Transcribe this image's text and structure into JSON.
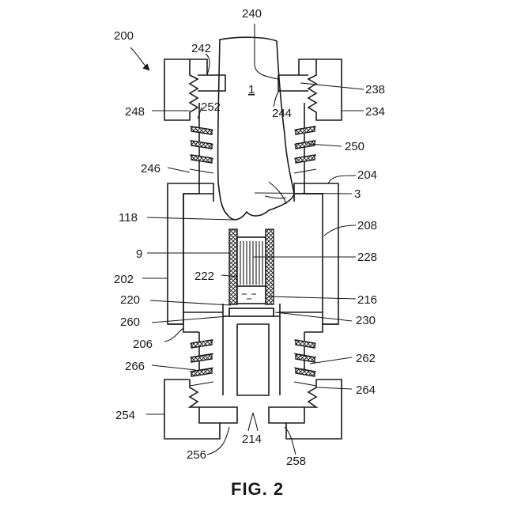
{
  "figure": {
    "caption": "FIG. 2",
    "labels": {
      "l200": "200",
      "l240": "240",
      "l242": "242",
      "l238": "238",
      "l1": "1",
      "l244": "244",
      "l234": "234",
      "l248": "248",
      "l252": "252",
      "l250": "250",
      "l246": "246",
      "l204": "204",
      "l3": "3",
      "l118": "118",
      "l208": "208",
      "l9": "9",
      "l228": "228",
      "l202": "202",
      "l222": "222",
      "l216": "216",
      "l220": "220",
      "l260": "260",
      "l230": "230",
      "l206": "206",
      "l262": "262",
      "l266": "266",
      "l264": "264",
      "l254": "254",
      "l214": "214",
      "l256": "256",
      "l258": "258"
    }
  }
}
